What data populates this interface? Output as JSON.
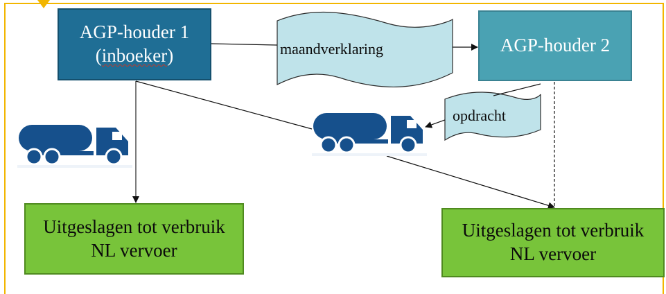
{
  "diagram": {
    "agp_holder_1": {
      "line1": "AGP-houder 1",
      "line2_prefix": "(",
      "line2_word": "inboeker",
      "line2_suffix": ")"
    },
    "agp_holder_2": {
      "label": "AGP-houder 2"
    },
    "document_monthly": {
      "label": "maandverklaring"
    },
    "document_order": {
      "label": "opdracht"
    },
    "outcome_left": {
      "line1": "Uitgeslagen tot verbruik",
      "line2": "NL vervoer"
    },
    "outcome_right": {
      "line1": "Uitgeslagen tot verbruik",
      "line2": "NL vervoer"
    },
    "icons": [
      "tanker-truck-icon",
      "tanker-truck-icon"
    ],
    "colors": {
      "frame": "#f2b600",
      "agp_holder_1": "#1f6e95",
      "agp_holder_2": "#4aa2b3",
      "document": "#bfe3ea",
      "outcome": "#78c43a",
      "truck": "#16508c"
    }
  }
}
